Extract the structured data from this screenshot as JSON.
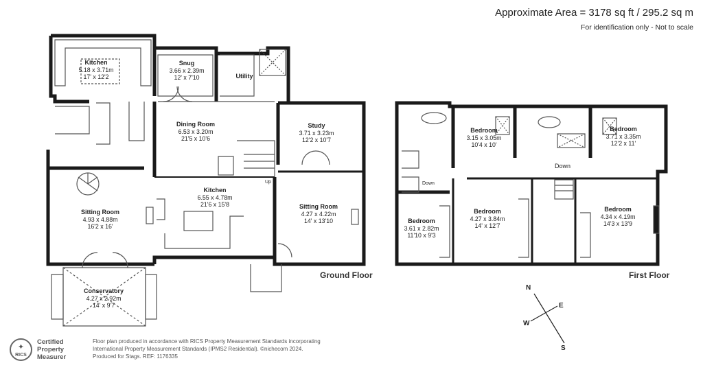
{
  "header": {
    "area": "Approximate Area = 3178 sq ft / 295.2 sq m",
    "note": "For identification only - Not to scale"
  },
  "ground_floor": {
    "label": "Ground Floor",
    "rooms": [
      {
        "name": "Kitchen",
        "metric": "5.18 x 3.71m",
        "imperial": "17' x 12'2"
      },
      {
        "name": "Snug",
        "metric": "3.66 x 2.39m",
        "imperial": "12' x 7'10"
      },
      {
        "name": "Utility",
        "metric": "",
        "imperial": ""
      },
      {
        "name": "Dining Room",
        "metric": "6.53 x 3.20m",
        "imperial": "21'5 x 10'6"
      },
      {
        "name": "Study",
        "metric": "3.71 x 3.23m",
        "imperial": "12'2 x 10'7"
      },
      {
        "name": "Kitchen",
        "metric": "6.55 x 4.78m",
        "imperial": "21'6 x 15'8"
      },
      {
        "name": "Sitting Room",
        "metric": "4.93 x 4.88m",
        "imperial": "16'2 x 16'"
      },
      {
        "name": "Sitting Room",
        "metric": "4.27 x 4.22m",
        "imperial": "14' x 13'10"
      },
      {
        "name": "Conservatory",
        "metric": "4.27 x 2.92m",
        "imperial": "14' x 9'7"
      }
    ],
    "up_label": "Up"
  },
  "first_floor": {
    "label": "First Floor",
    "rooms": [
      {
        "name": "Bedroom",
        "metric": "3.15 x 3.05m",
        "imperial": "10'4 x 10'"
      },
      {
        "name": "Bedroom",
        "metric": "3.71 x 3.35m",
        "imperial": "12'2 x 11'"
      },
      {
        "name": "Bedroom",
        "metric": "3.61 x 2.82m",
        "imperial": "11'10 x 9'3"
      },
      {
        "name": "Bedroom",
        "metric": "4.27 x 3.84m",
        "imperial": "14' x 12'7"
      },
      {
        "name": "Bedroom",
        "metric": "4.34 x 4.19m",
        "imperial": "14'3 x 13'9"
      }
    ],
    "down_label_1": "Down",
    "down_label_2": "Down"
  },
  "compass": {
    "n": "N",
    "e": "E",
    "s": "S",
    "w": "W"
  },
  "badge": {
    "line1": "Certified",
    "line2": "Property",
    "line3": "Measurer",
    "logo": "RICS"
  },
  "footer": {
    "line1": "Floor plan produced in accordance with RICS Property Measurement Standards incorporating",
    "line2": "International Property Measurement Standards (IPMS2 Residential).  ©nichecom 2024.",
    "line3": "Produced for Stags.   REF:  1176335"
  },
  "colors": {
    "wall": "#1a1a1a",
    "line": "#555555",
    "text": "#222222"
  }
}
